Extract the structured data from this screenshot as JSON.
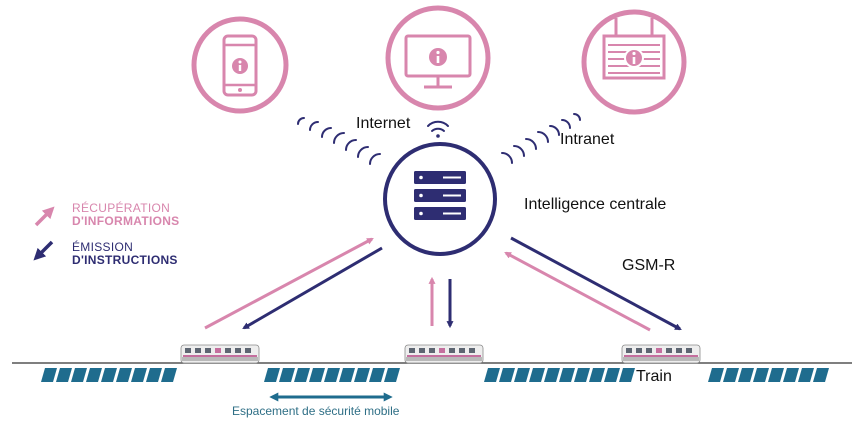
{
  "colors": {
    "pink": "#d886ad",
    "pink_fill": "#e7aac8",
    "navy": "#2e2d72",
    "track_blue": "#1f6c8e",
    "rail_gray": "#555555",
    "label_dark": "#111111",
    "spacing_text": "#2f6f86"
  },
  "devices": [
    {
      "name": "smartphone",
      "icon": "smartphone-info-icon"
    },
    {
      "name": "desktop",
      "icon": "monitor-info-icon"
    },
    {
      "name": "station-board",
      "icon": "signboard-info-icon"
    }
  ],
  "labels": {
    "internet": "Internet",
    "intranet": "Intranet",
    "central": "Intelligence centrale",
    "gsm": "GSM-R",
    "train": "Train"
  },
  "legend": {
    "recup_line1": "RÉCUPÉRATION",
    "recup_line2": "D'INFORMATIONS",
    "emission_line1": "ÉMISSION",
    "emission_line2": "D'INSTRUCTIONS"
  },
  "spacing_label": "Espacement de sécurité mobile",
  "server_icon": "server-rack-icon"
}
